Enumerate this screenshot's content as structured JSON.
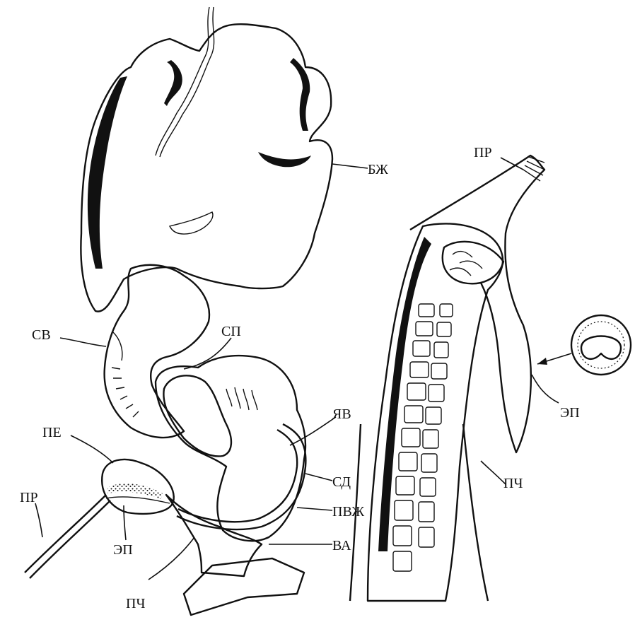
{
  "figure": {
    "labels": {
      "bzh": "БЖ",
      "pr_top": "ПР",
      "sv": "СВ",
      "sp": "СП",
      "yav": "ЯВ",
      "pe": "ПЕ",
      "sd": "СД",
      "pvzh": "ПВЖ",
      "va": "ВА",
      "pr_left": "ПР",
      "ep_left": "ЭП",
      "pch_left": "ПЧ",
      "ep_right": "ЭП",
      "pch_right": "ПЧ"
    }
  }
}
